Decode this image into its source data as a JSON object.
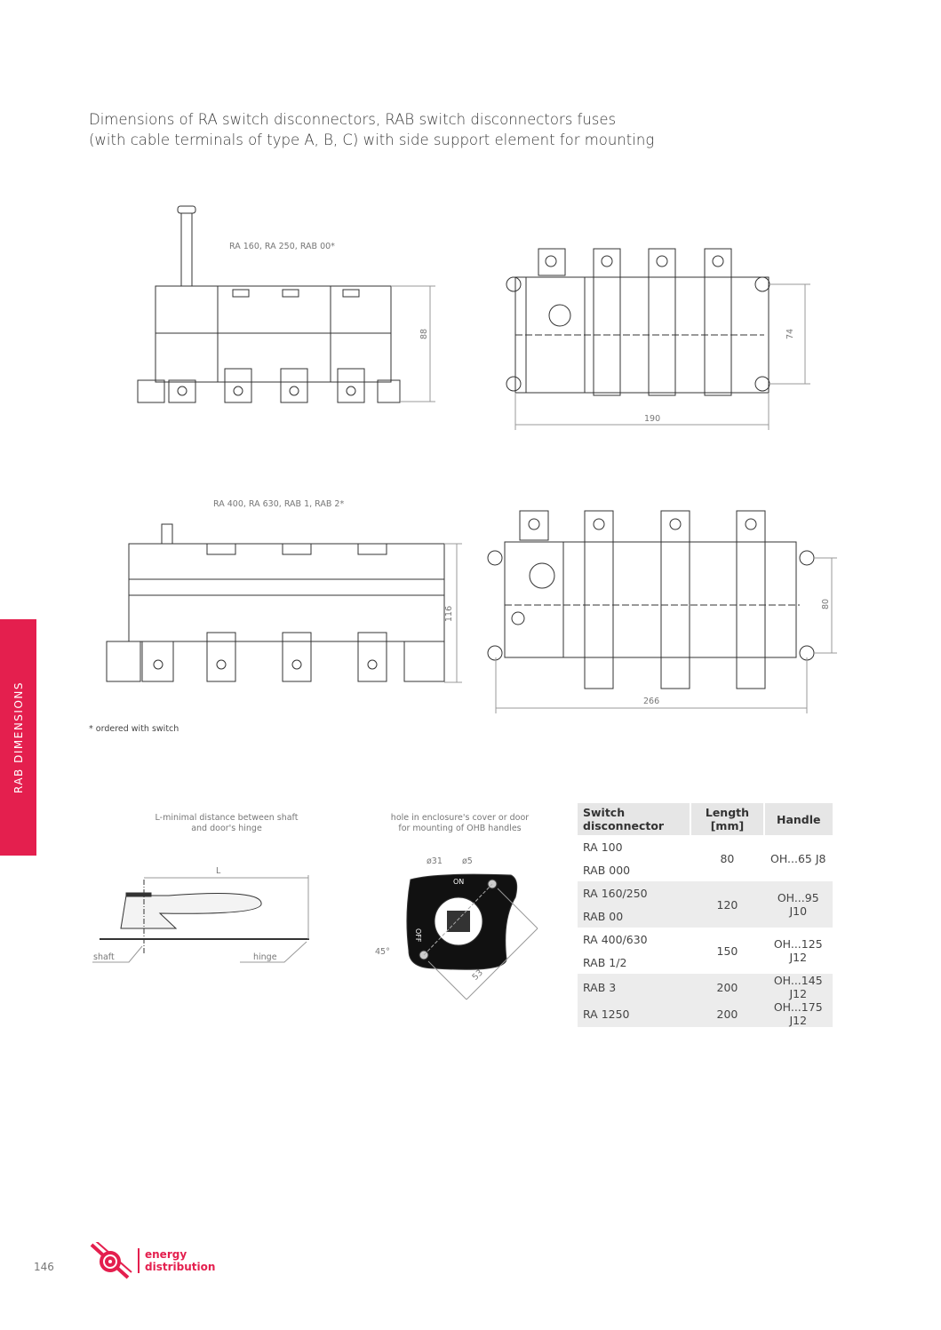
{
  "title": {
    "line1": "Dimensions of RA switch disconnectors, RAB switch disconnectors fuses",
    "line2": "(with cable terminals of type A, B, C) with side support element for mounting"
  },
  "drawings": {
    "group1_label": "RA 160, RA 250, RAB 00*",
    "group1_height": "88",
    "group1_top_height": "74",
    "group1_width": "190",
    "group2_label": "RA 400, RA 630, RAB 1, RAB 2*",
    "group2_height": "116",
    "group2_top_height": "80",
    "group2_width": "266"
  },
  "footnote": "* ordered with switch",
  "sidebar": {
    "label": "RAB DIMENSIONS",
    "color": "#e41f4e"
  },
  "handle_figure": {
    "caption_line1": "L-minimal distance between shaft",
    "caption_line2": "and door's hinge",
    "L": "L",
    "shaft": "shaft",
    "hinge": "hinge"
  },
  "hole_figure": {
    "caption_line1": "hole in enclosure's cover or door",
    "caption_line2": "for mounting of OHB handles",
    "d31": "ø31",
    "d5": "ø5",
    "angle": "45°",
    "dist": "53",
    "on": "ON",
    "off": "OFF"
  },
  "table": {
    "headers": [
      "Switch disconnector",
      "Length [mm]",
      "Handle"
    ],
    "rows": [
      {
        "models": [
          "RA 100",
          "RAB 000"
        ],
        "length": "80",
        "handle": "OH...65 J8"
      },
      {
        "models": [
          "RA 160/250",
          "RAB 00"
        ],
        "length": "120",
        "handle": "OH...95 J10"
      },
      {
        "models": [
          "RA 400/630",
          "RAB 1/2"
        ],
        "length": "150",
        "handle": "OH...125 J12"
      },
      {
        "models": [
          "RAB 3"
        ],
        "length": "200",
        "handle": "OH...145 J12"
      },
      {
        "models": [
          "RA 1250"
        ],
        "length": "200",
        "handle": "OH...175 J12"
      }
    ]
  },
  "footer": {
    "page_number": "146",
    "brand_line1": "energy",
    "brand_line2": "distribution",
    "brand_color": "#e41f4e"
  }
}
